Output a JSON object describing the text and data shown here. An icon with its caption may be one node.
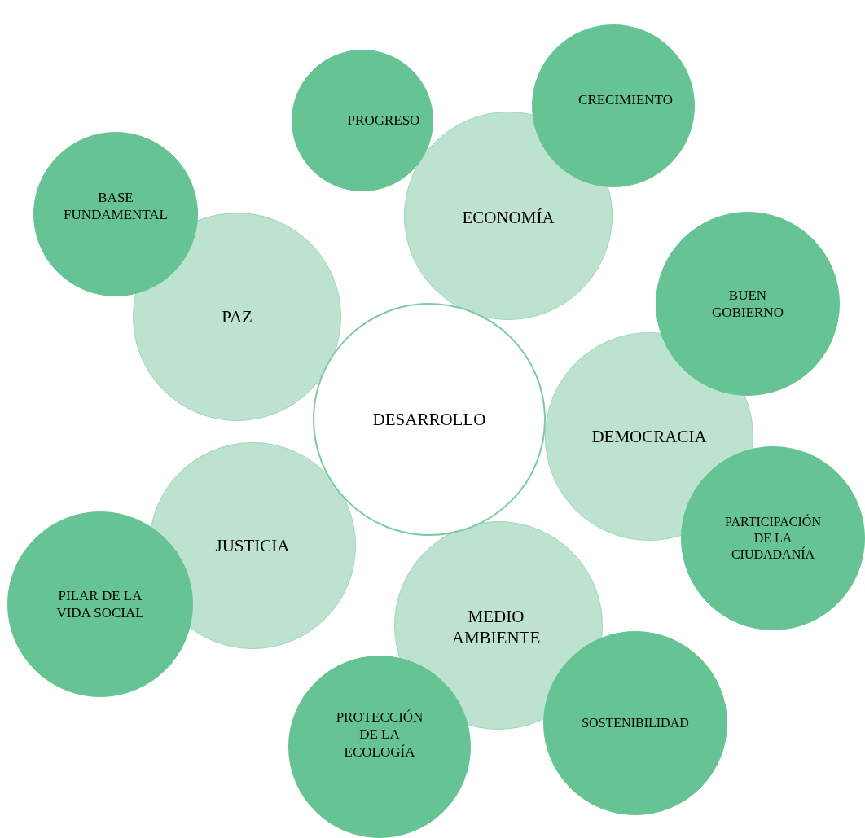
{
  "diagram": {
    "nodes": [
      {
        "text": [
          "CRECIMIENTO"
        ]
      },
      {
        "text": [
          "PROGRESO"
        ]
      },
      {
        "text": [
          "ECONOMÍA"
        ]
      },
      {
        "text": [
          "BASE FUNDAMENTAL"
        ]
      },
      {
        "text": [
          "PAZ"
        ]
      },
      {
        "text": [
          "BUEN GOBIERNO"
        ]
      },
      {
        "text": [
          "DESARROLLO"
        ]
      },
      {
        "text": [
          "DEMOCRACIA"
        ]
      },
      {
        "text": [
          "JUSTICIA"
        ]
      },
      {
        "text": [
          "PARTICIPACIÓN DE LA CIUDADANÍA"
        ]
      },
      {
        "text": [
          "PILAR DE LA VIDA SOCIAL"
        ]
      },
      {
        "text": [
          "MEDIO AMBIENTE"
        ]
      },
      {
        "text": [
          "SOSTENIBILIDAD"
        ]
      },
      {
        "text": [
          "PROTECCIÓN DE LA ECOLOGÍA"
        ]
      }
    ]
  }
}
